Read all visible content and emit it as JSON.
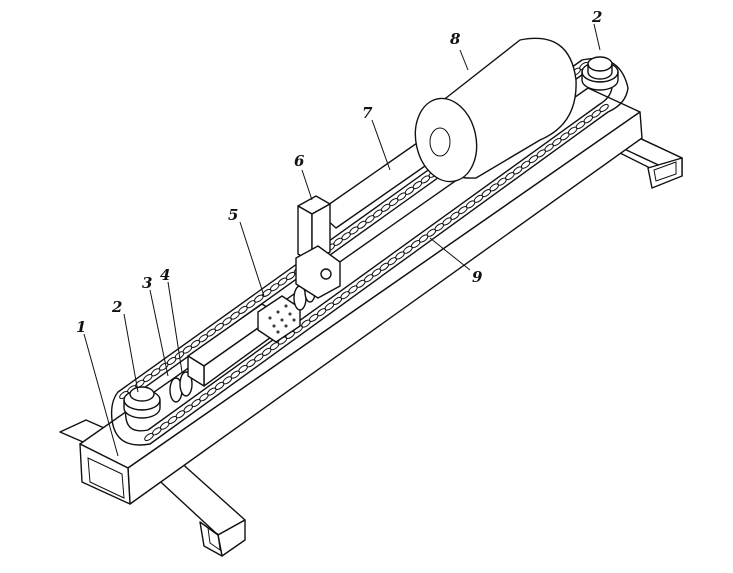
{
  "labels": [
    {
      "id": "1",
      "text": "1"
    },
    {
      "id": "2a",
      "text": "2"
    },
    {
      "id": "2b",
      "text": "2"
    },
    {
      "id": "3",
      "text": "3"
    },
    {
      "id": "4",
      "text": "4"
    },
    {
      "id": "5",
      "text": "5"
    },
    {
      "id": "6",
      "text": "6"
    },
    {
      "id": "7",
      "text": "7"
    },
    {
      "id": "8",
      "text": "8"
    },
    {
      "id": "9",
      "text": "9"
    }
  ]
}
